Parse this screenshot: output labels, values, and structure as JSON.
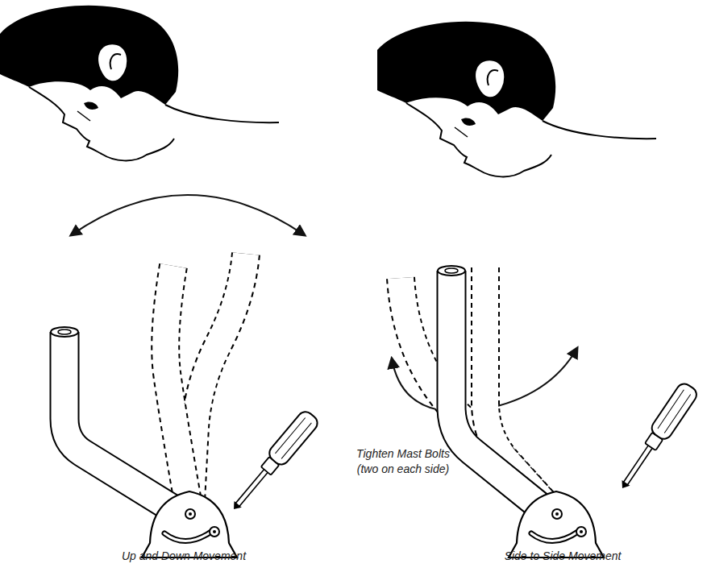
{
  "diagram": {
    "labels": [
      "Up and Down Movement",
      "Side to Side Movement",
      "Tighten Mast Bolts (two on each side)"
    ]
  }
}
